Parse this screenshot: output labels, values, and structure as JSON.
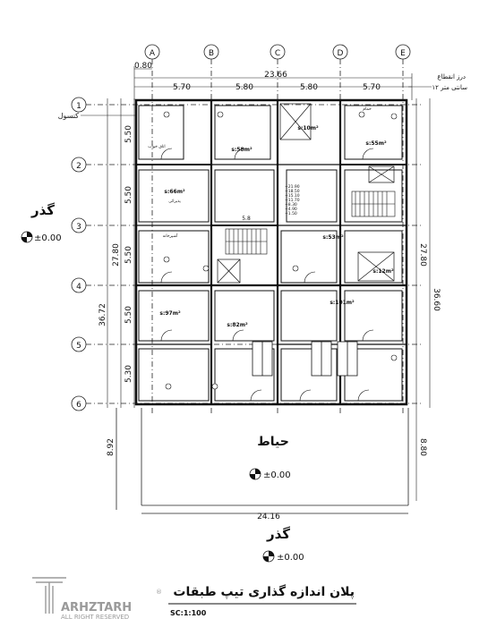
{
  "title": "پلان اندازه گذاری تیپ طبقات",
  "scale": "SC:1:100",
  "grid_columns": [
    "A",
    "B",
    "C",
    "D",
    "E"
  ],
  "grid_rows": [
    "1",
    "2",
    "3",
    "4",
    "5",
    "6"
  ],
  "dims": {
    "left_offset": "0.80",
    "overall_top": "23.66",
    "top_spans": [
      "5.70",
      "5.80",
      "5.80",
      "5.70"
    ],
    "left_spans": [
      "5.50",
      "5.50",
      "5.50",
      "5.50",
      "5.30"
    ],
    "left_overall": "36.72",
    "left_inner": "27.80",
    "right_inner": "27.80",
    "right_overall": "36.60",
    "yard_left": "8.92",
    "yard_right": "8.80",
    "bottom_overall": "24.16"
  },
  "labels": {
    "joint": "درز انقطاع",
    "joint_size": "۱۲ سانتی متر",
    "console": "کنسول",
    "street_left": "گذر",
    "street_bottom": "گذر",
    "yard": "حیاط",
    "level_left": "±0.00",
    "level_yard": "±0.00",
    "level_bottom": "±0.00"
  },
  "areas": {
    "u1": "s:66m²",
    "u2": "s:58m²",
    "u3": "s:55m²",
    "u4": "s:10m²",
    "u5": "s:53m²",
    "u6": "s:97m²",
    "u7": "s:82m²",
    "u8": "s:101m²",
    "u9": "s:12m²"
  },
  "rooms": {
    "bedroom": "اتاق خواب",
    "living": "پذیرائی",
    "kitchen": "آشپزخانه",
    "bath": "حمام"
  },
  "elevation_stack": [
    "+21.90",
    "+18.50",
    "+15.10",
    "+11.70",
    "+8.30",
    "+4.90",
    "+1.50"
  ],
  "stair_dim": "5.8",
  "logo": {
    "name": "ARHZTARH",
    "tagline": "ALL RIGHT RESERVED"
  }
}
